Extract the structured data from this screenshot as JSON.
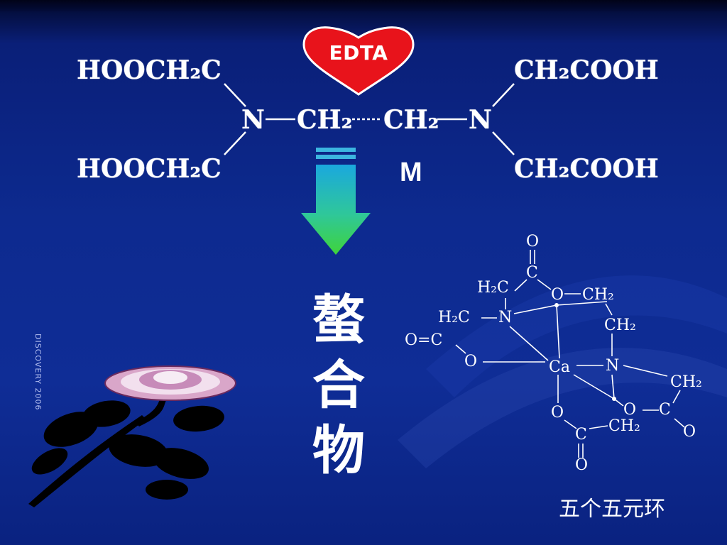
{
  "edta": {
    "label": "EDTA",
    "top_left": "HOOCH₂C",
    "bottom_left": "HOOCH₂C",
    "top_right": "CH₂COOH",
    "bottom_right": "CH₂COOH",
    "n_left": "N",
    "n_right": "N",
    "ch2_left": "CH₂",
    "ch2_right": "CH₂"
  },
  "metal": "M",
  "product": {
    "title_chars": [
      "螯",
      "合",
      "物"
    ],
    "ring_label": "五个五元环"
  },
  "complex": {
    "atoms": {
      "o_top": "O",
      "c_top": "C",
      "h2c_top": "H₂C",
      "o_upper": "O",
      "ch2_upper_right": "CH₂",
      "h2c_left": "H₂C",
      "n_left": "N",
      "ch2_right_mid": "CH₂",
      "o_eq_c_left": "O=C",
      "o_left": "O",
      "ca": "Ca",
      "n_right": "N",
      "ch2_far_right": "CH₂",
      "o_bottom_left": "O",
      "o_c_right": "O",
      "c_right": "C",
      "o_right_end": "O",
      "c_bottom": "C",
      "ch2_bottom": "CH₂",
      "o_bottom": "O"
    }
  },
  "watermark": "DISCOVERY 2006",
  "colors": {
    "background": "#0d2a8f",
    "heart_fill": "#e8131b",
    "arrow_top": "#1fb2d8",
    "arrow_bottom": "#3fd43a",
    "text": "#ffffff"
  },
  "icons": [
    "heart-icon",
    "down-arrow-icon",
    "chrysanthemum-icon"
  ]
}
